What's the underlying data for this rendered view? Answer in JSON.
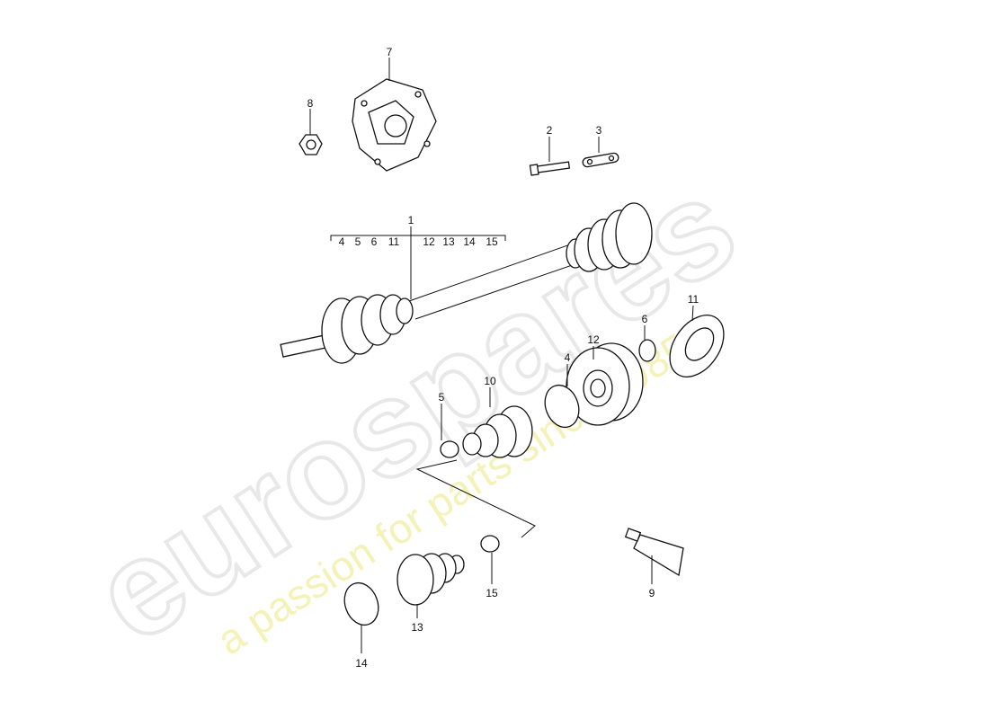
{
  "watermark": {
    "brand": "eurospares",
    "tagline": "a passion for parts since 1985"
  },
  "callouts": {
    "p1": "1",
    "p2": "2",
    "p3": "3",
    "p4": "4",
    "p5": "5",
    "p6": "6",
    "p7": "7",
    "p8": "8",
    "p9": "9",
    "p10": "10",
    "p11": "11",
    "p12": "12",
    "p13": "13",
    "p14": "14",
    "p15": "15"
  },
  "assembly_group": {
    "left": [
      "4",
      "5",
      "6",
      "11"
    ],
    "right": [
      "12",
      "13",
      "14",
      "15"
    ]
  }
}
